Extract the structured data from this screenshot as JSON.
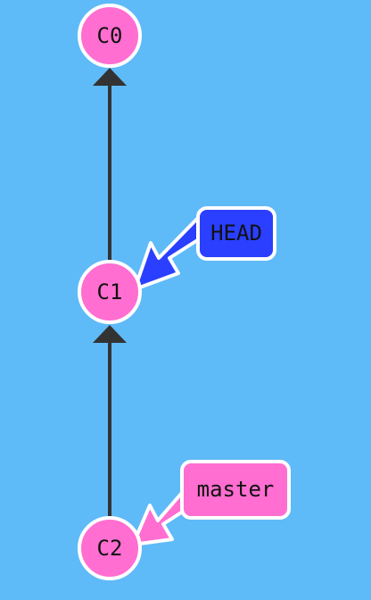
{
  "colors": {
    "background": "#5fbaf8",
    "commit_fill": "#ff6ed0",
    "edge": "#333333",
    "outline": "#ffffff",
    "head_fill": "#2a3fff",
    "master_fill": "#ff6ed0"
  },
  "commits": [
    {
      "id": "C0",
      "label": "C0"
    },
    {
      "id": "C1",
      "label": "C1"
    },
    {
      "id": "C2",
      "label": "C2"
    }
  ],
  "edges": [
    {
      "from": "C1",
      "to": "C0"
    },
    {
      "from": "C2",
      "to": "C1"
    }
  ],
  "refs": {
    "head": {
      "label": "HEAD",
      "target": "C1"
    },
    "master": {
      "label": "master",
      "target": "C2"
    }
  }
}
